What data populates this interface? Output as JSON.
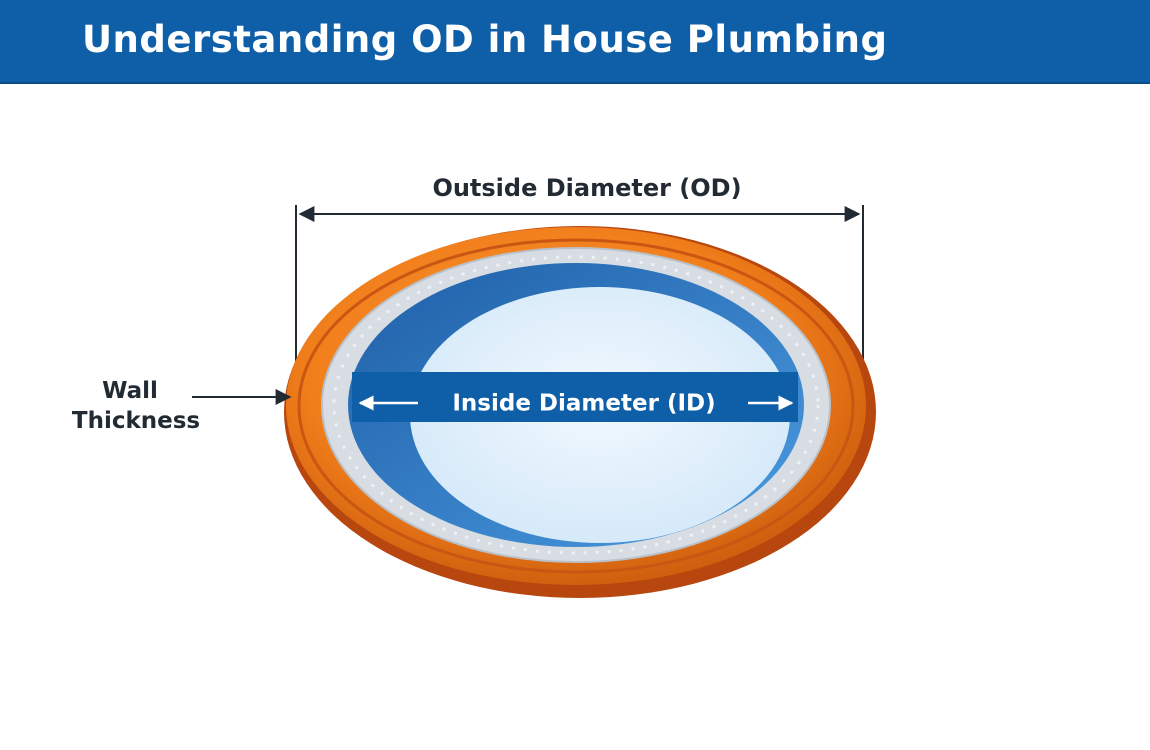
{
  "header": {
    "title": "Understanding OD in House Plumbing"
  },
  "labels": {
    "outside_diameter": "Outside Diameter (OD)",
    "inside_diameter": "Inside Diameter (ID)",
    "wall_line1": "Wall",
    "wall_line2": "Thickness"
  },
  "colors": {
    "banner": "#0f5ea8",
    "pipe_orange": "#f07d1a",
    "pipe_dark_orange": "#b8460f",
    "liner_gray": "#d7dde3",
    "water_blue": "#2f7fcc",
    "water_light": "#e4f1fb",
    "id_band": "#0f5ea8",
    "text_dark": "#222a33"
  }
}
